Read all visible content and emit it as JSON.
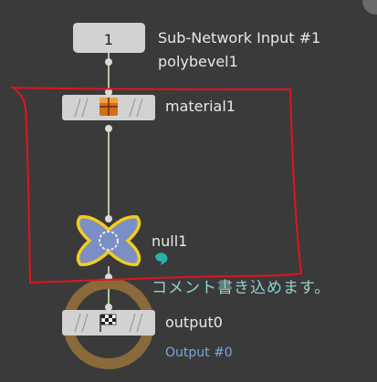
{
  "nodes": {
    "subnet_input": {
      "index": "1",
      "label": "Sub-Network Input #1",
      "sublabel": "polybevel1"
    },
    "material": {
      "label": "material1",
      "icon": "material-box-icon"
    },
    "null": {
      "label": "null1",
      "icon": "null-node-icon"
    },
    "output": {
      "label": "output0",
      "sublabel": "Output #0",
      "icon": "checkered-flag-icon"
    }
  },
  "comment": "コメント書き込めます。",
  "colors": {
    "background": "#3a3a3a",
    "node_body": "#d2d2d2",
    "wire": "#b8c89a",
    "annotation": "#e0141e",
    "null_highlight": "#f1cd1e",
    "null_body": "#7b8fc4",
    "output_ring": "#8a6a3a",
    "sublabel": "#7aa7e0",
    "comment_text": "#8fd3d0"
  }
}
